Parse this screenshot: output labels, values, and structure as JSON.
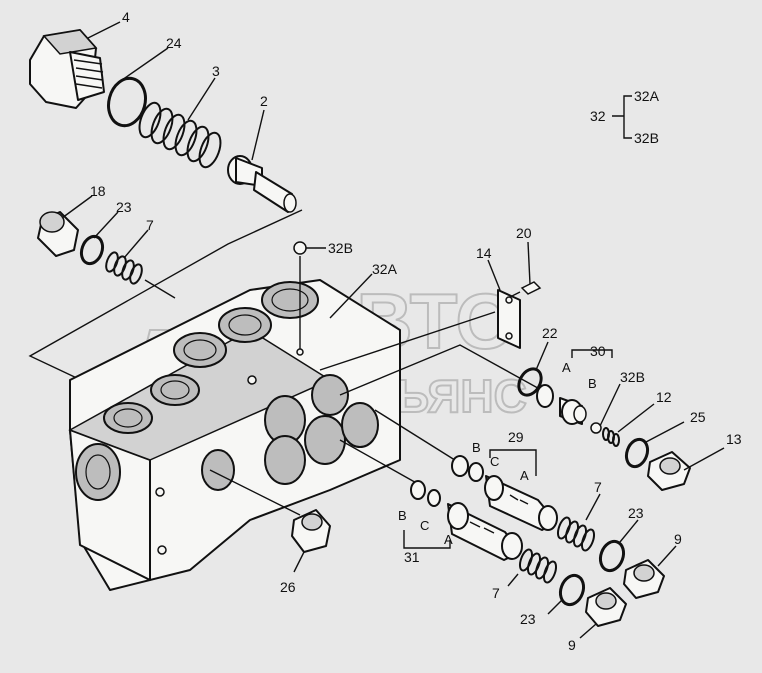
{
  "labels": {
    "p4": "4",
    "p24": "24",
    "p3": "3",
    "p2": "2",
    "p18": "18",
    "p23a": "23",
    "p7a": "7",
    "p32b_top": "32B",
    "p32a": "32A",
    "p14": "14",
    "p20": "20",
    "p22": "22",
    "p30": "30",
    "p30_a": "A",
    "p30_b": "B",
    "p32b_right": "32B",
    "p12": "12",
    "p25": "25",
    "p13": "13",
    "p29": "29",
    "p29_b": "B",
    "p29_c": "C",
    "p29_a": "A",
    "p31": "31",
    "p31_b": "B",
    "p31_c": "C",
    "p31_a": "A",
    "p7b": "7",
    "p23b": "23",
    "p9a": "9",
    "p7c": "7",
    "p23c": "23",
    "p9b": "9",
    "p26": "26"
  },
  "legend": {
    "root": "32",
    "branch_a": "32A",
    "branch_b": "32B"
  },
  "watermark": {
    "line1": "АВТО",
    "line2": "АЛЬЯНС"
  }
}
